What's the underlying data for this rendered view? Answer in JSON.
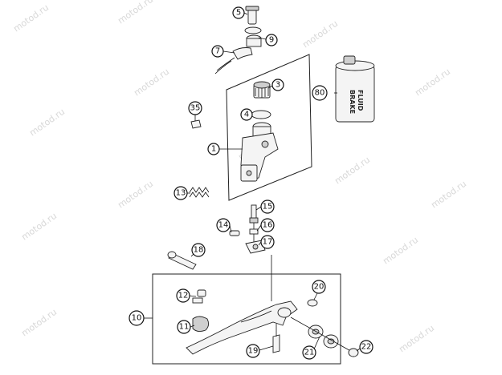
{
  "watermark": "motod.ru",
  "can": {
    "line1": "BRAKE",
    "line2": "FLUID"
  },
  "callouts": [
    {
      "id": "c5",
      "label": "5"
    },
    {
      "id": "c9",
      "label": "9"
    },
    {
      "id": "c7",
      "label": "7"
    },
    {
      "id": "c3",
      "label": "3"
    },
    {
      "id": "c80",
      "label": "80"
    },
    {
      "id": "c35",
      "label": "35"
    },
    {
      "id": "c4",
      "label": "4"
    },
    {
      "id": "c1",
      "label": "1"
    },
    {
      "id": "c13",
      "label": "13"
    },
    {
      "id": "c15",
      "label": "15"
    },
    {
      "id": "c14",
      "label": "14"
    },
    {
      "id": "c16",
      "label": "16"
    },
    {
      "id": "c17",
      "label": "17"
    },
    {
      "id": "c18",
      "label": "18"
    },
    {
      "id": "c20",
      "label": "20"
    },
    {
      "id": "c12",
      "label": "12"
    },
    {
      "id": "c10",
      "label": "10"
    },
    {
      "id": "c11",
      "label": "11"
    },
    {
      "id": "c19",
      "label": "19"
    },
    {
      "id": "c21",
      "label": "21"
    },
    {
      "id": "c22",
      "label": "22"
    }
  ]
}
